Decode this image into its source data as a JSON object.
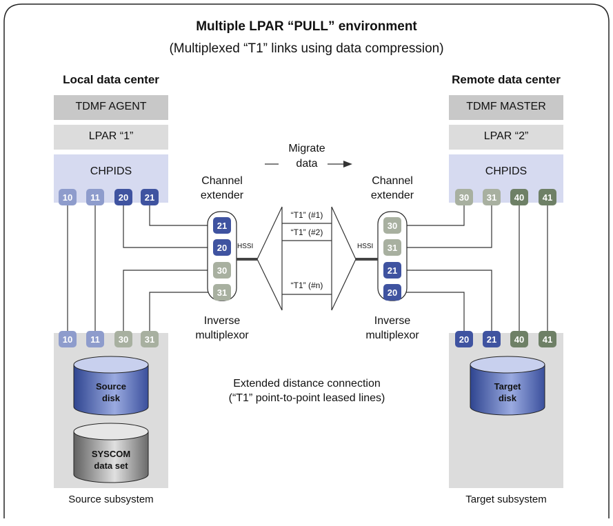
{
  "diagram": {
    "title": "Multiple LPAR “PULL” environment",
    "subtitle": "(Multiplexed “T1” links using data compression)",
    "local": {
      "heading": "Local data center",
      "agent_box": "TDMF AGENT",
      "lpar_box": "LPAR “1”",
      "chpids_label": "CHPIDS",
      "chpids": [
        "10",
        "11",
        "20",
        "21"
      ],
      "subsystem_ports": [
        "10",
        "11",
        "30",
        "31"
      ],
      "source_disk": "Source\ndisk",
      "syscom": "SYSCOM\ndata set",
      "subsystem_label": "Source subsystem"
    },
    "remote": {
      "heading": "Remote data center",
      "master_box": "TDMF MASTER",
      "lpar_box": "LPAR “2”",
      "chpids_label": "CHPIDS",
      "chpids": [
        "30",
        "31",
        "40",
        "41"
      ],
      "subsystem_ports": [
        "20",
        "21",
        "40",
        "41"
      ],
      "target_disk": "Target\ndisk",
      "subsystem_label": "Target subsystem"
    },
    "migrate": {
      "line1": "Migrate",
      "line2": "data"
    },
    "left_extender": {
      "label": "Channel\nextender",
      "ports": [
        "21",
        "20",
        "30",
        "31"
      ],
      "mux_label": "Inverse\nmultiplexor",
      "hssi": "HSSI"
    },
    "right_extender": {
      "label": "Channel\nextender",
      "ports": [
        "30",
        "31",
        "21",
        "20"
      ],
      "mux_label": "Inverse\nmultiplexor",
      "hssi": "HSSI"
    },
    "t1_links": [
      "“T1” (#1)",
      "“T1” (#2)",
      "“T1” (#n)"
    ],
    "connection_label": "Extended distance connection\n(“T1” point-to-point leased lines)",
    "colors": {
      "port_light_blue": "#8e9ccc",
      "port_dark_blue": "#3f53a0",
      "port_light_green": "#a8b0a0",
      "port_dark_green": "#6e8066",
      "header_box": "#c8c8c8",
      "lpar_box": "#dcdcdc",
      "chpids_panel": "#d6daf0",
      "subsystem_panel": "#dcdcdc"
    }
  }
}
